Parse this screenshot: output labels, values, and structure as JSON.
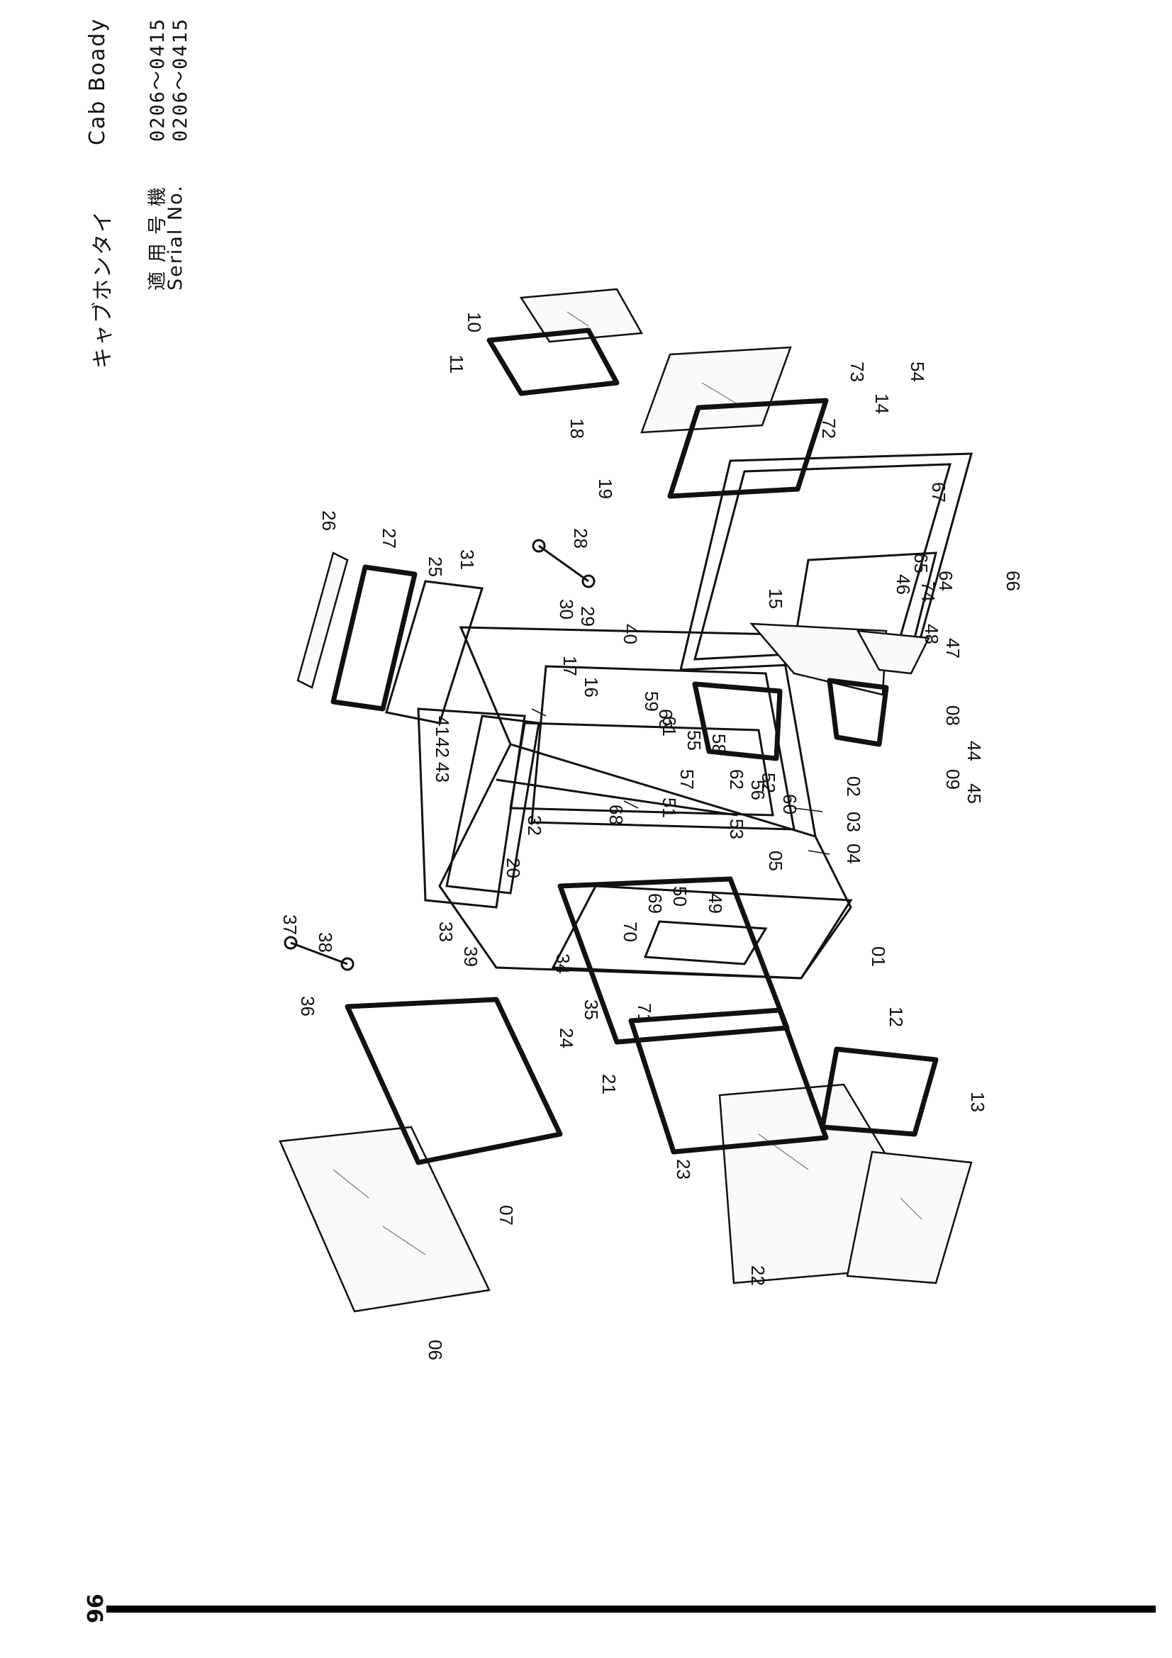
{
  "header": {
    "title_jp": "キャブホンタイ",
    "title_en": "Cab Boady",
    "serial_label_jp": "適 用 号 機",
    "serial_label_en": "Serial No.",
    "serial_range_1": "0206～0415",
    "serial_range_2": "0206～0415"
  },
  "page_number": "96",
  "part_labels": [
    "01",
    "02",
    "03",
    "04",
    "05",
    "06",
    "07",
    "08",
    "09",
    "10",
    "11",
    "12",
    "13",
    "14",
    "15",
    "16",
    "17",
    "18",
    "19",
    "20",
    "21",
    "22",
    "23",
    "24",
    "25",
    "26",
    "27",
    "28",
    "29",
    "30",
    "31",
    "32",
    "33",
    "34",
    "35",
    "36",
    "37",
    "38",
    "39",
    "40",
    "41",
    "42",
    "43",
    "44",
    "45",
    "46",
    "47",
    "48",
    "49",
    "50",
    "51",
    "52",
    "53",
    "54",
    "55",
    "56",
    "57",
    "58",
    "59",
    "60",
    "61",
    "62",
    "63",
    "64",
    "65",
    "66",
    "67",
    "68",
    "69",
    "70",
    "71",
    "72",
    "73",
    "74"
  ]
}
